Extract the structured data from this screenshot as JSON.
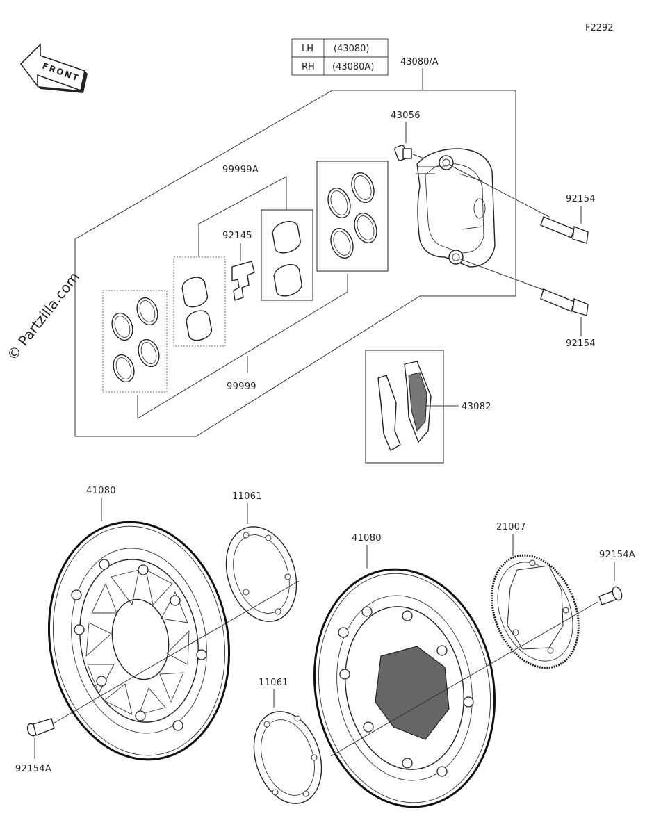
{
  "figure_code": "F2292",
  "front_label": "FRONT",
  "watermark": "© Partzilla.com",
  "variant_table": [
    {
      "side": "LH",
      "code": "(43080)"
    },
    {
      "side": "RH",
      "code": "(43080A)"
    }
  ],
  "part_labels": {
    "caliper_assembly": "43080/A",
    "bleeder": "43056",
    "bolt_upper": "92154",
    "bolt_lower": "92154",
    "seal_kit_a": "99999A",
    "pad_spring": "92145",
    "seal_kit": "99999",
    "pad_set": "43082",
    "disc_left": "41080",
    "shim_upper": "11061",
    "shim_lower": "11061",
    "disc_right": "41080",
    "rotor_sensor": "21007",
    "disc_bolt_right": "92154A",
    "disc_bolt_left": "92154A"
  }
}
